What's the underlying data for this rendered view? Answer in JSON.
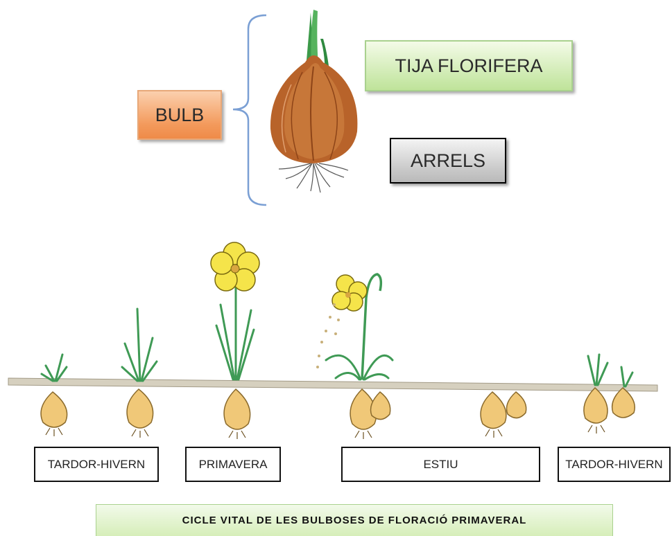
{
  "labels": {
    "bulb": "BULB",
    "tija": "TIJA FLORIFERA",
    "arrels": "ARRELS"
  },
  "seasons": [
    "TARDOR-HIVERN",
    "PRIMAVERA",
    "ESTIU",
    "TARDOR-HIVERN"
  ],
  "caption": "CICLE VITAL DE LES BULBOSES DE FLORACIÓ PRIMAVERAL",
  "colors": {
    "bulb_box": "#f39a5c",
    "tija_box": "#c9e8a9",
    "arrels_box": "#c9c9c9",
    "bracket": "#7a9fd4",
    "leaf": "#3f9a55",
    "flower": "#f5e44a",
    "bulb_small": "#f0c878",
    "ground": "#d6d0bf"
  }
}
